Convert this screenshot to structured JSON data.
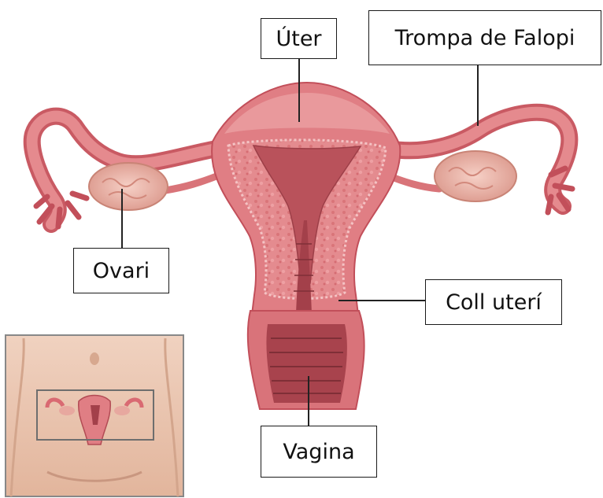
{
  "labels": {
    "uterus": "Úter",
    "fallopian_tube": "Trompa de Falopi",
    "ovary": "Ovari",
    "cervix": "Coll uterí",
    "vagina": "Vagina"
  },
  "colors": {
    "tissue": "#e58a8e",
    "tissue_dark": "#c95a63",
    "tissue_inner": "#b34a52",
    "ovary": "#efb9ad",
    "skin": "#ecc7b2",
    "label_border": "#1a1a1a"
  }
}
